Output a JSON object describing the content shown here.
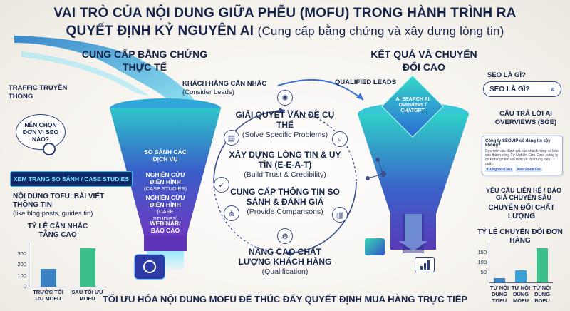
{
  "title": {
    "line1": "VAI TRÒ CỦA NỘI DUNG GIỮA PHỄU (MOFU) TRONG HÀNH TRÌNH RA",
    "line2_bold": "QUYẾT ĐỊNH KỶ NGUYÊN AI",
    "line2_sub": "(Cung cấp bằng chứng và xây dựng lòng tin)"
  },
  "left": {
    "header": "CUNG CẤP BẰNG CHỨNG THỰC TẾ",
    "traffic": "TRAFFIC TRUYỀN THỐNG",
    "consider_vi": "KHÁCH HÀNG CÂN NHẮC",
    "consider_en": "(Consider Leads)",
    "thought": "NÊN CHỌN ĐƠN VỊ SEO NÀO?",
    "stages": [
      {
        "vi": "SO SÁNH CÁC DỊCH VỤ",
        "en": ""
      },
      {
        "vi": "NGHIÊN CỨU ĐIỂN HÌNH",
        "en": "(CASE STUDIES)"
      },
      {
        "vi": "NGHIÊN CỨU ĐIỂN HÌNH",
        "en": "(CASE STUDIES)"
      },
      {
        "vi": "WEBINAR/ BÁO CÁO",
        "en": ""
      }
    ],
    "banner": "XEM TRANG SO SÁNH / CASE STUDIES",
    "tofu_vi": "NỘI DUNG TOFU: BÀI VIẾT THÔNG TIN",
    "tofu_en": "(like blog posts, guides tin)"
  },
  "center": {
    "items": [
      {
        "vi": "GIẢI QUYẾT VẤN ĐỀ CỤ THỂ",
        "en": "(Solve Specific Problems)"
      },
      {
        "vi": "XÂY DỰNG LÒNG TIN & UY TÍN (E-E-A-T)",
        "en": "(Build Trust & Credibility)"
      },
      {
        "vi": "CUNG CẤP THÔNG TIN SO SÁNH & ĐÁNH GIÁ",
        "en": "(Provide Comparisons)"
      },
      {
        "vi": "NÂNG CAO CHẤT LƯỢNG KHÁCH HÀNG",
        "en": "(Qualification)"
      }
    ]
  },
  "right": {
    "header": "KẾT QUẢ VÀ CHUYỂN ĐỔI CAO",
    "qualified": "QUALIFIED LEADS",
    "seo_question": "SEO LÀ GÌ?",
    "search_value": "SEO LÀ GÌ?",
    "ai_box": "AI SEARCH AI Overviews / CHATGPT",
    "ai_answer": "CÂU TRẢ LỜI AI OVERVIEWS (SGE)",
    "card_title": "Công ty SEOVIP có đáng tin cậy không?",
    "card_body": "Dựa trên các đánh giá của khách hàng và báo cáo thành công Tư Nghiên Cứu Case, công ty có kinh nghiệm lâu năm và tập trung hiệu quả...",
    "card_tag1": "Tư Nghiên Cứu",
    "card_tag2": "Xem Đánh Giá",
    "quote_request": "YÊU CẦU LIÊN HỆ / BÁO GIÁ CHUYÊN SÂU",
    "quality_conv": "CHUYỂN ĐỔI CHẤT LƯỢNG"
  },
  "footer": "TỐI ƯU HÓA NỘI DUNG MOFU ĐỂ THÚC ĐẨY QUYẾT ĐỊNH MUA HÀNG TRỰC TIẾP",
  "chart_data": [
    {
      "type": "bar",
      "title": "TỶ LỆ CÂN NHẮC TĂNG CAO",
      "categories": [
        "TRƯỚC TỐI ƯU MOFU",
        "SAU TỐI ƯU MOFU"
      ],
      "values": [
        160,
        350
      ],
      "ylim": [
        0,
        400
      ],
      "yticks": [
        0,
        100,
        200,
        300
      ],
      "colors": [
        "#3b82c4",
        "#3dbf8a"
      ]
    },
    {
      "type": "bar",
      "title": "TỶ LỆ CHUYỂN ĐỔI ĐƠN HÀNG",
      "categories": [
        "TỪ NỘI DUNG TOFU",
        "TỪ NỘI DUNG MOFU",
        "TỪ NỘI DUNG BOFU"
      ],
      "values": [
        20,
        60,
        170
      ],
      "ylim": [
        0,
        200
      ],
      "yticks": [
        50,
        100,
        150
      ],
      "colors": [
        "#3b82c4",
        "#3aa0d8",
        "#3dbf8a"
      ]
    }
  ]
}
